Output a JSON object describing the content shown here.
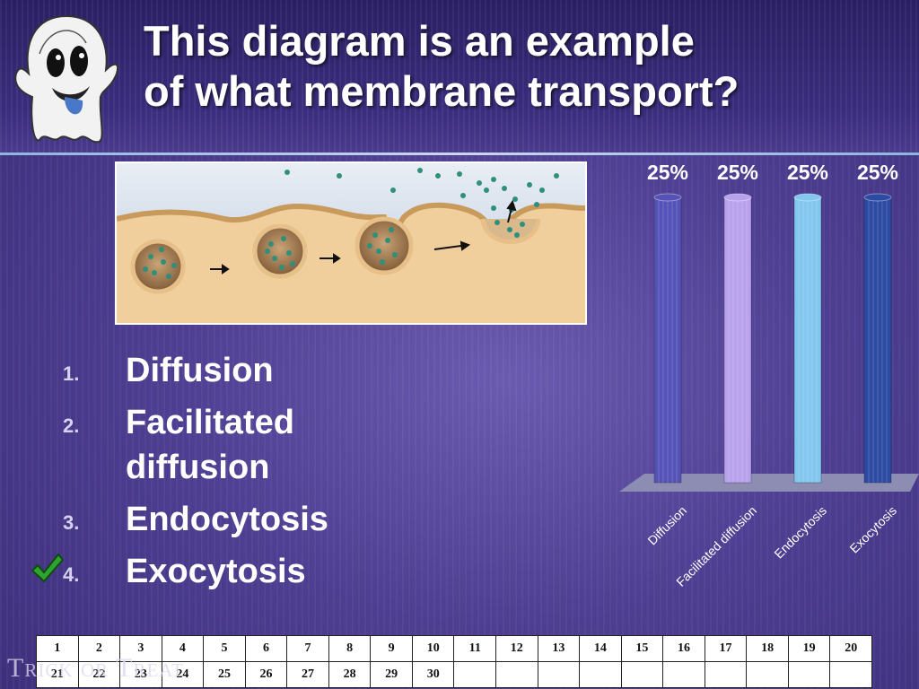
{
  "slide": {
    "title_line1": "This diagram is an example",
    "title_line2": "of what membrane transport?"
  },
  "answers": [
    {
      "num": "1.",
      "label": "Diffusion"
    },
    {
      "num": "2.",
      "label": "Facilitated diffusion"
    },
    {
      "num": "3.",
      "label": "Endocytosis"
    },
    {
      "num": "4.",
      "label": "Exocytosis"
    }
  ],
  "correct_answer_index": 3,
  "icons": {
    "correct": "checkmark-icon",
    "mascot": "ghost-icon"
  },
  "colors": {
    "background": "#4e3f92",
    "check": "#2fa32f"
  },
  "chart_data": {
    "type": "bar",
    "categories": [
      "Diffusion",
      "Facilitated diffusion",
      "Endocytosis",
      "Exocytosis"
    ],
    "values": [
      25,
      25,
      25,
      25
    ],
    "value_labels": [
      "25%",
      "25%",
      "25%",
      "25%"
    ],
    "colors": [
      "#5552b8",
      "#b9a2ec",
      "#83c6ee",
      "#2d4ba2"
    ],
    "ylim": [
      0,
      25
    ]
  },
  "response_grid": {
    "row1": [
      "1",
      "2",
      "3",
      "4",
      "5",
      "6",
      "7",
      "8",
      "9",
      "10",
      "11",
      "12",
      "13",
      "14",
      "15",
      "16",
      "17",
      "18",
      "19",
      "20"
    ],
    "row2": [
      "21",
      "22",
      "23",
      "24",
      "25",
      "26",
      "27",
      "28",
      "29",
      "30",
      "",
      "",
      "",
      "",
      "",
      "",
      "",
      "",
      "",
      ""
    ]
  },
  "branding": "Trick or Treat"
}
